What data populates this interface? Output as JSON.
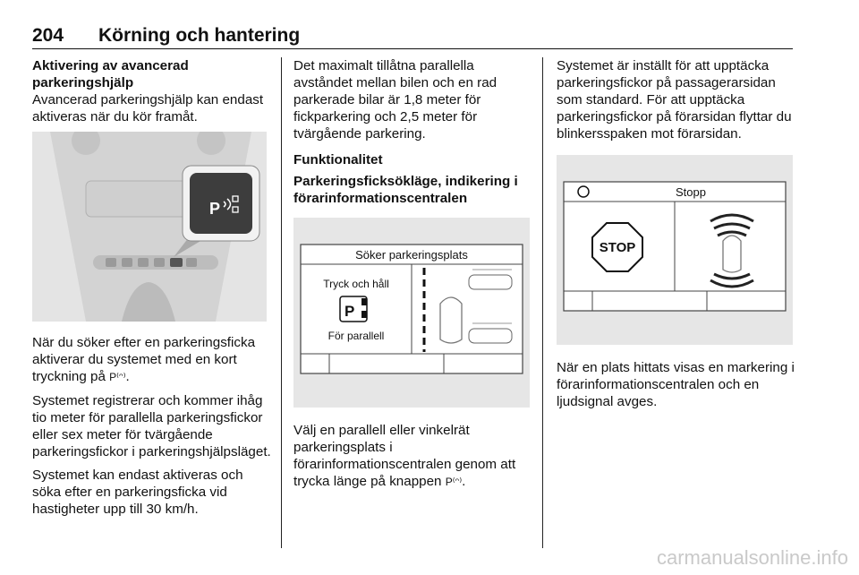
{
  "header": {
    "page_number": "204",
    "title": "Körning och hantering"
  },
  "col1": {
    "heading": "Aktivering av avancerad parkeringshjälp",
    "p1": "Avancerad parkeringshjälp kan endast aktiveras när du kör framåt.",
    "figure_label": "P",
    "p2a": "När du söker efter en parkeringsficka aktiverar du systemet med en kort tryckning på ",
    "p2sym": "P⁽ᵔ⁾",
    "p2b": ".",
    "p3": "Systemet registrerar och kommer ihåg tio meter för parallella parkeringsfickor eller sex meter för tvärgående parkeringsfickor i parkeringshjälpsläget.",
    "p4": "Systemet kan endast aktiveras och söka efter en parkeringsficka vid hastigheter upp till 30 km/h."
  },
  "col2": {
    "p1": "Det maximalt tillåtna parallella avståndet mellan bilen och en rad parkerade bilar är 1,8 meter för fickparkering och 2,5 meter för tvärgående parkering.",
    "heading1": "Funktionalitet",
    "heading2": "Parkeringsficksökläge, indikering i förarinformationscentralen",
    "display_title": "Söker parkeringsplats",
    "display_line1": "Tryck och håll",
    "display_line2": "För parallell",
    "display_icon_letter": "P",
    "p2a": "Välj en parallell eller vinkelrät parkeringsplats i förarinformationscentralen genom att trycka länge på knappen ",
    "p2sym": "P⁽ᵔ⁾",
    "p2b": "."
  },
  "col3": {
    "p1": "Systemet är inställt för att upptäcka parkeringsfickor på passagerarsidan som standard. För att upptäcka parkeringsfickor på förarsidan flyttar du blinkersspaken mot förarsidan.",
    "display_title": "Stopp",
    "stop_sign": "STOP",
    "p2": "När en plats hittats visas en markering i förarinformationscentralen och en ljudsignal avges."
  },
  "watermark": "carmanualsonline.info"
}
